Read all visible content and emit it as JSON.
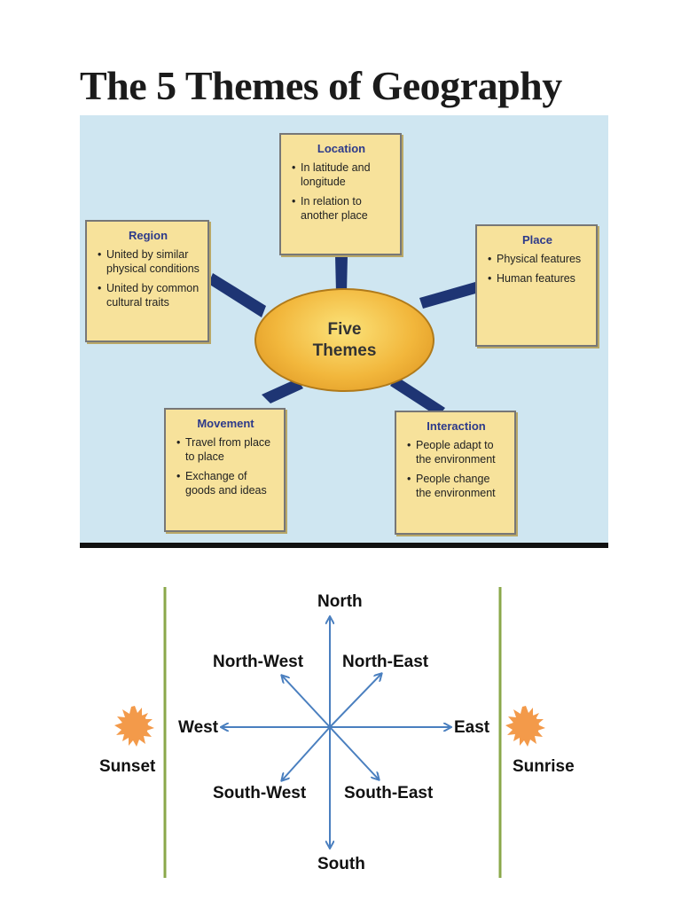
{
  "title": "The 5 Themes of Geography",
  "center": {
    "line1": "Five",
    "line2": "Themes"
  },
  "themes": [
    {
      "id": "location",
      "title": "Location",
      "items": [
        "In latitude and longitude",
        "In relation to another place"
      ]
    },
    {
      "id": "place",
      "title": "Place",
      "items": [
        "Physical features",
        "Human features"
      ]
    },
    {
      "id": "region",
      "title": "Region",
      "items": [
        "United by similar physical conditions",
        "United by common cultural traits"
      ]
    },
    {
      "id": "movement",
      "title": "Movement",
      "items": [
        "Travel from place to place",
        "Exchange of goods and ideas"
      ]
    },
    {
      "id": "interaction",
      "title": "Interaction",
      "items": [
        "People adapt to the environment",
        "People change the environment"
      ]
    }
  ],
  "compass": {
    "north": "North",
    "south": "South",
    "east": "East",
    "west": "West",
    "northwest": "North-West",
    "northeast": "North-East",
    "southwest": "South-West",
    "southeast": "South-East",
    "sunset": "Sunset",
    "sunrise": "Sunrise"
  },
  "colors": {
    "panel": "#cfe6f1",
    "box": "#f7e29b",
    "spoke": "#223a78",
    "arrow": "#4a7fbf",
    "sun": "#f39a4a",
    "line": "#8aa84a"
  }
}
